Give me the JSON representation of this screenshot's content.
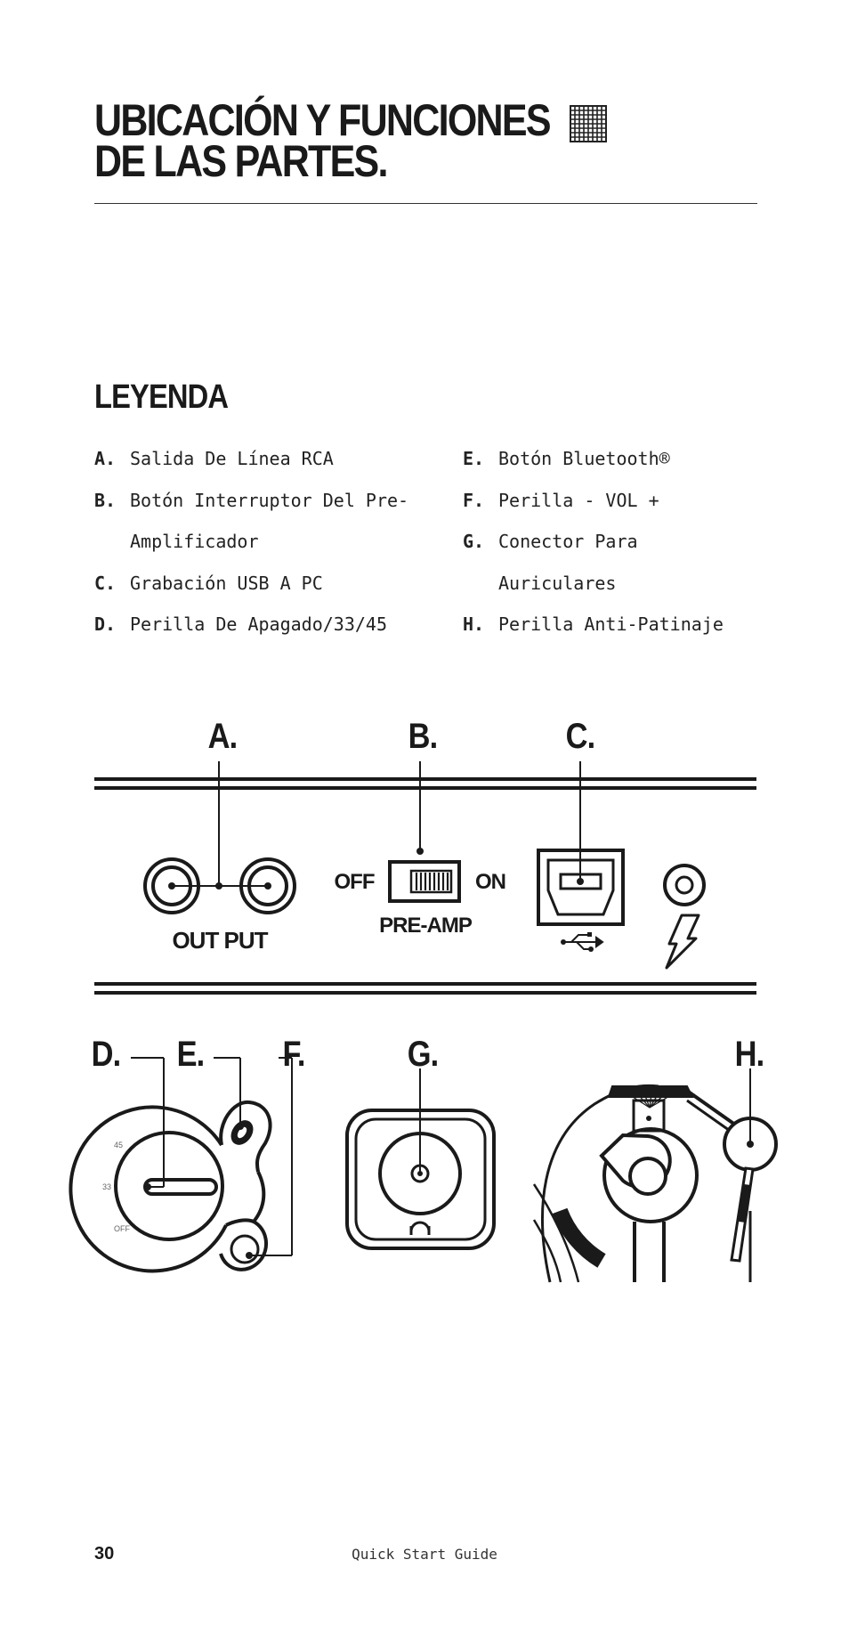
{
  "header": {
    "title_line1": "UBICACIÓN Y FUNCIONES",
    "title_line2": "DE LAS PARTES."
  },
  "legend": {
    "title": "LEYENDA",
    "left": [
      {
        "letter": "A.",
        "text": "Salida De Línea RCA"
      },
      {
        "letter": "B.",
        "text": "Botón Interruptor Del Pre-Amplificador"
      },
      {
        "letter": "C.",
        "text": "Grabación USB A PC"
      },
      {
        "letter": "D.",
        "text": "Perilla De Apagado/33/45"
      }
    ],
    "right": [
      {
        "letter": "E.",
        "text": "Botón Bluetooth®"
      },
      {
        "letter": "F.",
        "text": "Perilla - VOL +"
      },
      {
        "letter": "G.",
        "text": "Conector Para Auriculares"
      },
      {
        "letter": "H.",
        "text": "Perilla Anti-Patinaje"
      }
    ]
  },
  "diagram": {
    "callouts": {
      "a": "A.",
      "b": "B.",
      "c": "C.",
      "d": "D.",
      "e": "E.",
      "f": "F.",
      "g": "G.",
      "h": "H."
    },
    "output_label": "OUT PUT",
    "switch_off": "OFF",
    "switch_on": "ON",
    "preamp_label": "PRE-AMP",
    "knob_45": "45",
    "knob_33": "33",
    "knob_off": "OFF"
  },
  "footer": {
    "page_number": "30",
    "guide_title": "Quick Start Guide"
  }
}
